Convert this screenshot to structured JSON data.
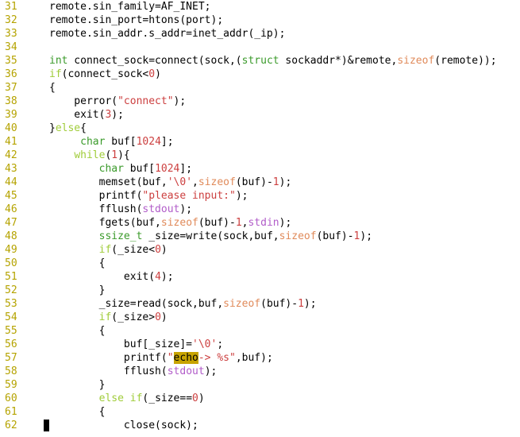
{
  "editor": {
    "lines": [
      {
        "num": "31",
        "tokens": [
          {
            "t": "plain",
            "s": "remote.sin_family=AF_INET;"
          }
        ]
      },
      {
        "num": "32",
        "tokens": [
          {
            "t": "plain",
            "s": "remote.sin_port=htons(port);"
          }
        ]
      },
      {
        "num": "33",
        "tokens": [
          {
            "t": "plain",
            "s": "remote.sin_addr.s_addr=inet_addr(_ip);"
          }
        ]
      },
      {
        "num": "34",
        "tokens": []
      },
      {
        "num": "35",
        "tokens": [
          {
            "t": "type",
            "s": "int"
          },
          {
            "t": "plain",
            "s": " connect_sock=connect(sock,("
          },
          {
            "t": "type",
            "s": "struct"
          },
          {
            "t": "plain",
            "s": " sockaddr*)&remote,"
          },
          {
            "t": "func",
            "s": "sizeof"
          },
          {
            "t": "plain",
            "s": "(remote));"
          }
        ]
      },
      {
        "num": "36",
        "tokens": [
          {
            "t": "kw",
            "s": "if"
          },
          {
            "t": "plain",
            "s": "(connect_sock<"
          },
          {
            "t": "num",
            "s": "0"
          },
          {
            "t": "plain",
            "s": ")"
          }
        ]
      },
      {
        "num": "37",
        "tokens": [
          {
            "t": "plain",
            "s": "{"
          }
        ]
      },
      {
        "num": "38",
        "tokens": [
          {
            "t": "plain",
            "s": "    perror("
          },
          {
            "t": "str",
            "s": "\"connect\""
          },
          {
            "t": "plain",
            "s": ");"
          }
        ]
      },
      {
        "num": "39",
        "tokens": [
          {
            "t": "plain",
            "s": "    exit("
          },
          {
            "t": "num",
            "s": "3"
          },
          {
            "t": "plain",
            "s": ");"
          }
        ]
      },
      {
        "num": "40",
        "tokens": [
          {
            "t": "plain",
            "s": "}"
          },
          {
            "t": "kw",
            "s": "else"
          },
          {
            "t": "plain",
            "s": "{"
          }
        ]
      },
      {
        "num": "41",
        "tokens": [
          {
            "t": "plain",
            "s": "     "
          },
          {
            "t": "type",
            "s": "char"
          },
          {
            "t": "plain",
            "s": " buf["
          },
          {
            "t": "num",
            "s": "1024"
          },
          {
            "t": "plain",
            "s": "];"
          }
        ]
      },
      {
        "num": "42",
        "tokens": [
          {
            "t": "plain",
            "s": "    "
          },
          {
            "t": "kw",
            "s": "while"
          },
          {
            "t": "plain",
            "s": "("
          },
          {
            "t": "num",
            "s": "1"
          },
          {
            "t": "plain",
            "s": "){"
          }
        ]
      },
      {
        "num": "43",
        "tokens": [
          {
            "t": "plain",
            "s": "        "
          },
          {
            "t": "type",
            "s": "char"
          },
          {
            "t": "plain",
            "s": " buf["
          },
          {
            "t": "num",
            "s": "1024"
          },
          {
            "t": "plain",
            "s": "];"
          }
        ]
      },
      {
        "num": "44",
        "tokens": [
          {
            "t": "plain",
            "s": "        memset(buf,"
          },
          {
            "t": "str",
            "s": "'\\0'"
          },
          {
            "t": "plain",
            "s": ","
          },
          {
            "t": "func",
            "s": "sizeof"
          },
          {
            "t": "plain",
            "s": "(buf)-"
          },
          {
            "t": "num",
            "s": "1"
          },
          {
            "t": "plain",
            "s": ");"
          }
        ]
      },
      {
        "num": "45",
        "tokens": [
          {
            "t": "plain",
            "s": "        printf("
          },
          {
            "t": "str",
            "s": "\"please input:\""
          },
          {
            "t": "plain",
            "s": ");"
          }
        ]
      },
      {
        "num": "46",
        "tokens": [
          {
            "t": "plain",
            "s": "        fflush("
          },
          {
            "t": "const",
            "s": "stdout"
          },
          {
            "t": "plain",
            "s": ");"
          }
        ]
      },
      {
        "num": "47",
        "tokens": [
          {
            "t": "plain",
            "s": "        fgets(buf,"
          },
          {
            "t": "func",
            "s": "sizeof"
          },
          {
            "t": "plain",
            "s": "(buf)-"
          },
          {
            "t": "num",
            "s": "1"
          },
          {
            "t": "plain",
            "s": ","
          },
          {
            "t": "const",
            "s": "stdin"
          },
          {
            "t": "plain",
            "s": ");"
          }
        ]
      },
      {
        "num": "48",
        "tokens": [
          {
            "t": "plain",
            "s": "        "
          },
          {
            "t": "type",
            "s": "ssize_t"
          },
          {
            "t": "plain",
            "s": " _size=write(sock,buf,"
          },
          {
            "t": "func",
            "s": "sizeof"
          },
          {
            "t": "plain",
            "s": "(buf)-"
          },
          {
            "t": "num",
            "s": "1"
          },
          {
            "t": "plain",
            "s": ");"
          }
        ]
      },
      {
        "num": "49",
        "tokens": [
          {
            "t": "plain",
            "s": "        "
          },
          {
            "t": "kw",
            "s": "if"
          },
          {
            "t": "plain",
            "s": "(_size<"
          },
          {
            "t": "num",
            "s": "0"
          },
          {
            "t": "plain",
            "s": ")"
          }
        ]
      },
      {
        "num": "50",
        "tokens": [
          {
            "t": "plain",
            "s": "        {"
          }
        ]
      },
      {
        "num": "51",
        "tokens": [
          {
            "t": "plain",
            "s": "            exit("
          },
          {
            "t": "num",
            "s": "4"
          },
          {
            "t": "plain",
            "s": ");"
          }
        ]
      },
      {
        "num": "52",
        "tokens": [
          {
            "t": "plain",
            "s": "        }"
          }
        ]
      },
      {
        "num": "53",
        "tokens": [
          {
            "t": "plain",
            "s": "        _size=read(sock,buf,"
          },
          {
            "t": "func",
            "s": "sizeof"
          },
          {
            "t": "plain",
            "s": "(buf)-"
          },
          {
            "t": "num",
            "s": "1"
          },
          {
            "t": "plain",
            "s": ");"
          }
        ]
      },
      {
        "num": "54",
        "tokens": [
          {
            "t": "plain",
            "s": "        "
          },
          {
            "t": "kw",
            "s": "if"
          },
          {
            "t": "plain",
            "s": "(_size>"
          },
          {
            "t": "num",
            "s": "0"
          },
          {
            "t": "plain",
            "s": ")"
          }
        ]
      },
      {
        "num": "55",
        "tokens": [
          {
            "t": "plain",
            "s": "        {"
          }
        ]
      },
      {
        "num": "56",
        "tokens": [
          {
            "t": "plain",
            "s": "            buf[_size]="
          },
          {
            "t": "str",
            "s": "'\\0'"
          },
          {
            "t": "plain",
            "s": ";"
          }
        ]
      },
      {
        "num": "57",
        "tokens": [
          {
            "t": "plain",
            "s": "            printf("
          },
          {
            "t": "str",
            "s": "\""
          },
          {
            "t": "hl",
            "s": "echo"
          },
          {
            "t": "str",
            "s": "-> %s\""
          },
          {
            "t": "plain",
            "s": ",buf);"
          }
        ]
      },
      {
        "num": "58",
        "tokens": [
          {
            "t": "plain",
            "s": "            fflush("
          },
          {
            "t": "const",
            "s": "stdout"
          },
          {
            "t": "plain",
            "s": ");"
          }
        ]
      },
      {
        "num": "59",
        "tokens": [
          {
            "t": "plain",
            "s": "        }"
          }
        ]
      },
      {
        "num": "60",
        "tokens": [
          {
            "t": "plain",
            "s": "        "
          },
          {
            "t": "kw",
            "s": "else"
          },
          {
            "t": "plain",
            "s": " "
          },
          {
            "t": "kw",
            "s": "if"
          },
          {
            "t": "plain",
            "s": "(_size=="
          },
          {
            "t": "num",
            "s": "0"
          },
          {
            "t": "plain",
            "s": ")"
          }
        ]
      },
      {
        "num": "61",
        "tokens": [
          {
            "t": "plain",
            "s": "        {"
          }
        ]
      },
      {
        "num": "62",
        "tokens": [
          {
            "t": "plain",
            "s": "            close(sock);"
          }
        ]
      }
    ],
    "cursor_line": "62"
  },
  "colors": {
    "background": "#ffffff",
    "line_number": "#b5a300",
    "keyword": "#a0cc3a",
    "type": "#3a9a2a",
    "sizeof": "#e08a5a",
    "string": "#cc3f3f",
    "number": "#cc3f3f",
    "stdio_constant": "#b15cc9",
    "search_highlight": "#c8a400"
  }
}
